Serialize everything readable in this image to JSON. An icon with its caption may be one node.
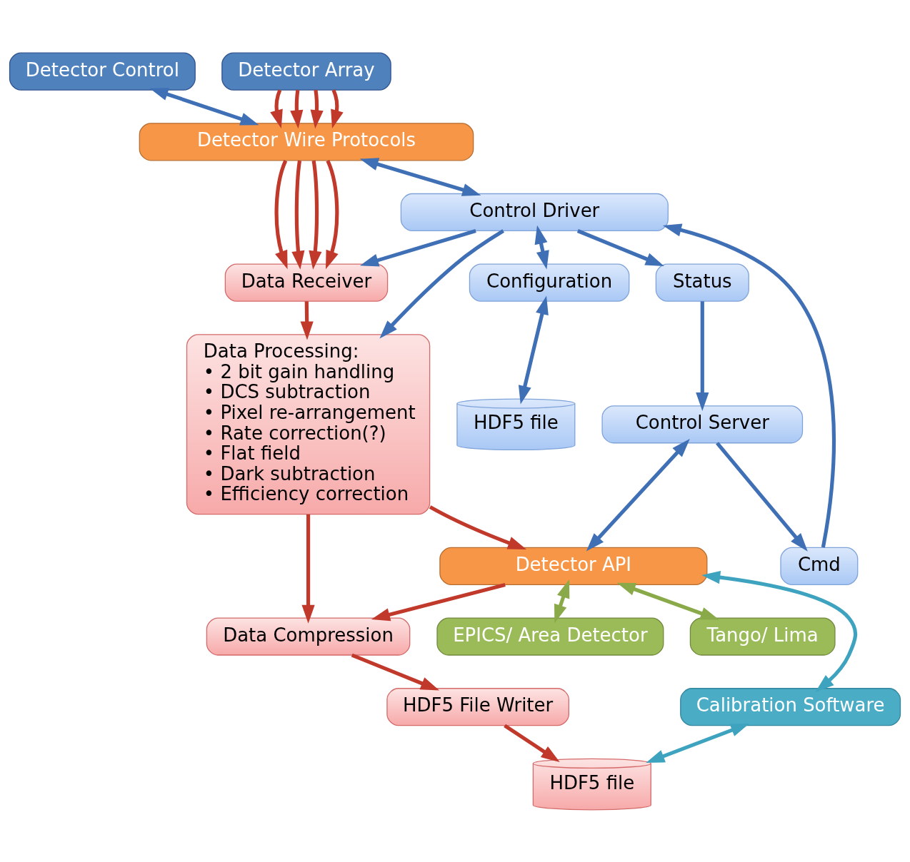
{
  "diagram": {
    "nodes": [
      {
        "text": [
          "Detector Control"
        ]
      },
      {
        "text": [
          "Detector Array"
        ]
      },
      {
        "text": [
          "Detector Wire Protocols"
        ]
      },
      {
        "text": [
          "Control Driver"
        ]
      },
      {
        "text": [
          "Data Receiver"
        ]
      },
      {
        "text": [
          "Configuration"
        ]
      },
      {
        "text": [
          "Cmd"
        ]
      },
      {
        "text": [
          "Status"
        ]
      },
      {
        "text": [
          "Data Processing:",
          "• 2 bit gain handling",
          "• DCS subtraction",
          "• Pixel re-arrangement",
          "• Rate correction(?)",
          "• Flat field",
          "• Dark subtraction",
          "• Efficiency correction"
        ]
      },
      {
        "text": [
          "HDF5 file"
        ]
      },
      {
        "text": [
          "Control Server"
        ]
      },
      {
        "text": [
          "Detector API"
        ]
      },
      {
        "text": [
          "Data Compression"
        ]
      },
      {
        "text": [
          "EPICS/ Area Detector"
        ]
      },
      {
        "text": [
          "Tango/ Lima"
        ]
      },
      {
        "text": [
          "Calibration Software"
        ]
      },
      {
        "text": [
          "HDF5 File Writer"
        ]
      },
      {
        "text": [
          "HDF5 file"
        ]
      }
    ],
    "edges": [
      {
        "from": 0,
        "to": 2,
        "arrow": "both",
        "color": "#3f6fb5"
      },
      {
        "from": 2,
        "to": 3,
        "arrow": "both",
        "color": "#3f6fb5"
      },
      {
        "from": 1,
        "to": 2,
        "arrow": "to"
      },
      {
        "from": 1,
        "to": 2,
        "arrow": "to"
      },
      {
        "from": 1,
        "to": 2,
        "arrow": "to"
      },
      {
        "from": 1,
        "to": 2,
        "arrow": "to"
      },
      {
        "from": 2,
        "to": 4,
        "arrow": "to"
      },
      {
        "from": 2,
        "to": 4,
        "arrow": "to"
      },
      {
        "from": 2,
        "to": 4,
        "arrow": "to"
      },
      {
        "from": 2,
        "to": 4,
        "arrow": "to"
      },
      {
        "from": 3,
        "to": 4,
        "arrow": "to",
        "color": "#3f6fb5"
      },
      {
        "from": 3,
        "to": 8,
        "arrow": "to",
        "color": "#3f6fb5"
      },
      {
        "from": 3,
        "to": 5,
        "arrow": "both",
        "color": "#3f6fb5"
      },
      {
        "from": 6,
        "to": 3,
        "arrow": "to",
        "color": "#3f6fb5"
      },
      {
        "from": 3,
        "to": 7,
        "arrow": "to",
        "color": "#3f6fb5"
      },
      {
        "from": 10,
        "to": 6,
        "arrow": "to",
        "color": "#3f6fb5"
      },
      {
        "from": 7,
        "to": 10,
        "arrow": "to",
        "color": "#3f6fb5"
      },
      {
        "from": 5,
        "to": 9,
        "arrow": "both",
        "color": "#3f6fb5"
      },
      {
        "from": 10,
        "to": 11,
        "arrow": "both",
        "color": "#3f6fb5"
      },
      {
        "from": 4,
        "to": 8,
        "arrow": "to"
      },
      {
        "from": 8,
        "to": 11,
        "arrow": "to"
      },
      {
        "from": 8,
        "to": 12,
        "arrow": "to"
      },
      {
        "from": 11,
        "to": 12,
        "arrow": "to"
      },
      {
        "from": 11,
        "to": 13,
        "arrow": "both",
        "color": "#8aaa4a"
      },
      {
        "from": 11,
        "to": 14,
        "arrow": "both",
        "color": "#8aaa4a"
      },
      {
        "from": 11,
        "to": 15,
        "arrow": "both",
        "color": "#3ea3bf"
      },
      {
        "from": 12,
        "to": 16,
        "arrow": "to"
      },
      {
        "from": 16,
        "to": 17,
        "arrow": "to"
      },
      {
        "from": 15,
        "to": 17,
        "arrow": "both",
        "color": "#3ea3bf"
      }
    ]
  }
}
